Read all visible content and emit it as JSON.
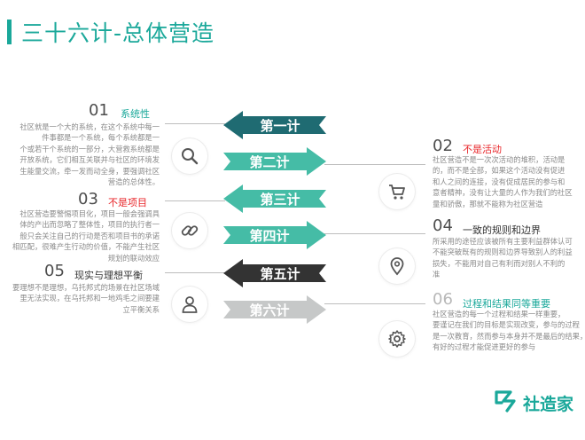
{
  "title": "三十六计-总体营造",
  "center_labels": [
    "第一计",
    "第二计",
    "第三计",
    "第四计",
    "第五计",
    "第六计"
  ],
  "sections": [
    {
      "num": "01",
      "title": "系统性",
      "title_color": "#1aa89a",
      "lines": [
        "社区就是一个大的系统，在这个系统中每一",
        "件事都是一个系统，每个系统都是一",
        "个或若干个系统的一部分，大营救系统都是",
        "开放系统，它们相互关联并与社区的环境发",
        "生能量交流，牵一发而动全身，要强调社区",
        "营造的总体性。"
      ]
    },
    {
      "num": "02",
      "title": "不是活动",
      "title_color": "#e8262a",
      "lines": [
        "社区营造不是一次次活动的堆积，活动是",
        "的，而不是全部，如果这个活动没有促进",
        "和人之间的连接，没有促成居民的参与和",
        "意者精神，没有让大量的人作为我们的社区",
        "量和骄傲，那就不能称为社区营造"
      ]
    },
    {
      "num": "03",
      "title": "不是项目",
      "title_color": "#e8262a",
      "lines": [
        "社区营造要警惕项目化，项目一般会强调具",
        "体的产出而忽略了整体性，项目的执行者一",
        "般只会关注自己的行动是否和项目书的承诺",
        "相匹配，很难产生行动的价值，不能产生社区",
        "规划的联动效应"
      ]
    },
    {
      "num": "04",
      "title": "一致的规则和边界",
      "title_color": "#333333",
      "lines": [
        "所采用的途径应该被所有主要利益群体认可",
        "不能突破既有的规则和边界导致别人的利益",
        "损失，不能用对自己有利而对别人不利的",
        "准"
      ]
    },
    {
      "num": "05",
      "title": "现实与理想平衡",
      "title_color": "#333333",
      "lines": [
        "要理想不是理想，乌托邦式的场景在社区场域",
        "里无法实现，在乌托邦和一地鸡毛之间要建",
        "立平衡关系"
      ]
    },
    {
      "num": "06",
      "title": "过程和结果同等重要",
      "title_color": "#1aa89a",
      "lines": [
        "社区营造的每一个过程和结果一样重要，",
        "要谨记在我们的目标是实现改变，参与的过程",
        "是一次教育，然而参与本身并不是最后的结果，",
        "有好的过程才能促进更好的参与"
      ]
    }
  ],
  "icons": [
    "search-icon",
    "cart-icon",
    "link-icon",
    "location-pin-icon",
    "user-icon",
    "gear-icon"
  ],
  "logo": {
    "text": "社造家"
  },
  "colors": {
    "teal": "#1aa89a",
    "dark_teal": "#1f6b72",
    "mint": "#45bca6",
    "dark": "#333333",
    "grey": "#c6c8c8",
    "red": "#e8262a"
  }
}
